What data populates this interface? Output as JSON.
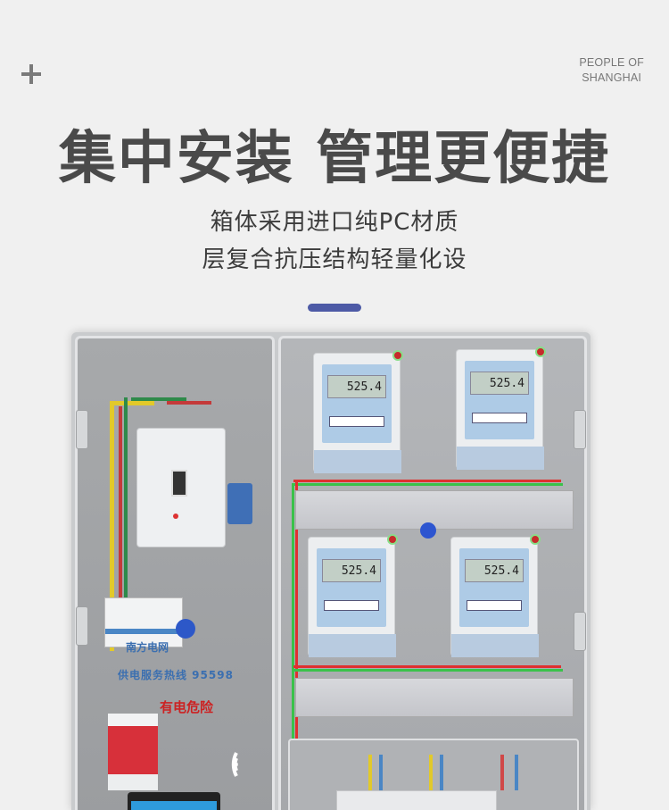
{
  "header": {
    "corner_icon": "plus-icon",
    "brand_line1": "PEOPLE OF",
    "brand_line2": "SHANGHAI"
  },
  "headline": "集中安装 管理更便捷",
  "subheadline": {
    "line1": "箱体采用进口纯PC材质",
    "line2": "层复合抗压结构轻量化设"
  },
  "accent_color": "#4d5aa6",
  "product_image": {
    "description": "Transparent PC electric meter distribution box with four prepaid electronic meters",
    "meters": [
      {
        "reading": "525.4",
        "position": "top-left"
      },
      {
        "reading": "525.4",
        "position": "top-right"
      },
      {
        "reading": "525.4",
        "position": "bottom-left"
      },
      {
        "reading": "525.4",
        "position": "bottom-right"
      }
    ],
    "labels": {
      "grid_logo": "南方电网",
      "hotline": "供电服务热线 95598",
      "danger_warning": "有电危险"
    },
    "icons": [
      "wifi-icon"
    ]
  }
}
